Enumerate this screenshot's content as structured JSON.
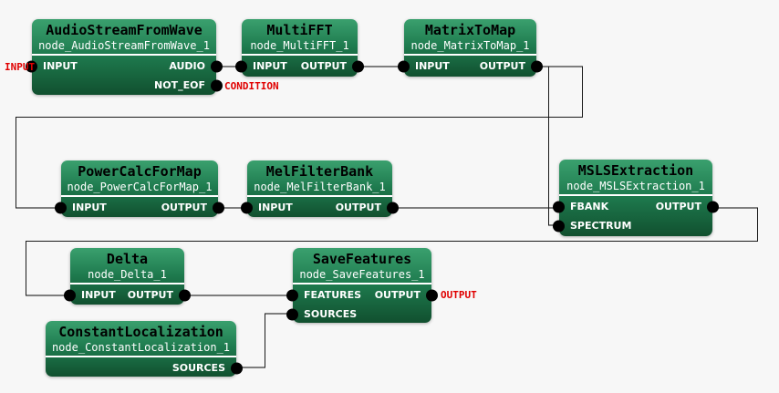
{
  "app": {
    "type": "flow-network-editor-canvas",
    "background": "#f7f7f7"
  },
  "colors": {
    "node_top": "#3aa06e",
    "node_mid": "#1e7a4e",
    "node_bottom": "#11502f",
    "wire": "#7e7e7e",
    "wire_routed": "#1a1a1a",
    "port_dot": "#000000",
    "terminal_label": "#e00000",
    "title_text": "#000000",
    "body_text": "#ffffff",
    "canvas_bg": "#f7f7f7"
  },
  "terminals": {
    "input": "INPUT",
    "condition": "CONDITION",
    "output": "OUTPUT"
  },
  "nodes": [
    {
      "title": "AudioStreamFromWave",
      "subtitle": "node_AudioStreamFromWave_1",
      "ports": {
        "rows": [
          {
            "left": "INPUT",
            "right": "AUDIO"
          },
          {
            "left": "",
            "right": "NOT_EOF"
          }
        ]
      }
    },
    {
      "title": "MultiFFT",
      "subtitle": "node_MultiFFT_1",
      "ports": {
        "rows": [
          {
            "left": "INPUT",
            "right": "OUTPUT"
          }
        ]
      }
    },
    {
      "title": "MatrixToMap",
      "subtitle": "node_MatrixToMap_1",
      "ports": {
        "rows": [
          {
            "left": "INPUT",
            "right": "OUTPUT"
          }
        ]
      }
    },
    {
      "title": "PowerCalcForMap",
      "subtitle": "node_PowerCalcForMap_1",
      "ports": {
        "rows": [
          {
            "left": "INPUT",
            "right": "OUTPUT"
          }
        ]
      }
    },
    {
      "title": "MelFilterBank",
      "subtitle": "node_MelFilterBank_1",
      "ports": {
        "rows": [
          {
            "left": "INPUT",
            "right": "OUTPUT"
          }
        ]
      }
    },
    {
      "title": "MSLSExtraction",
      "subtitle": "node_MSLSExtraction_1",
      "ports": {
        "rows": [
          {
            "left": "FBANK",
            "right": "OUTPUT"
          },
          {
            "left": "SPECTRUM",
            "right": ""
          }
        ]
      }
    },
    {
      "title": "Delta",
      "subtitle": "node_Delta_1",
      "ports": {
        "rows": [
          {
            "left": "INPUT",
            "right": "OUTPUT"
          }
        ]
      }
    },
    {
      "title": "SaveFeatures",
      "subtitle": "node_SaveFeatures_1",
      "ports": {
        "rows": [
          {
            "left": "FEATURES",
            "right": "OUTPUT"
          },
          {
            "left": "SOURCES",
            "right": ""
          }
        ]
      }
    },
    {
      "title": "ConstantLocalization",
      "subtitle": "node_ConstantLocalization_1",
      "ports": {
        "rows": [
          {
            "left": "",
            "right": "SOURCES"
          }
        ]
      }
    }
  ]
}
